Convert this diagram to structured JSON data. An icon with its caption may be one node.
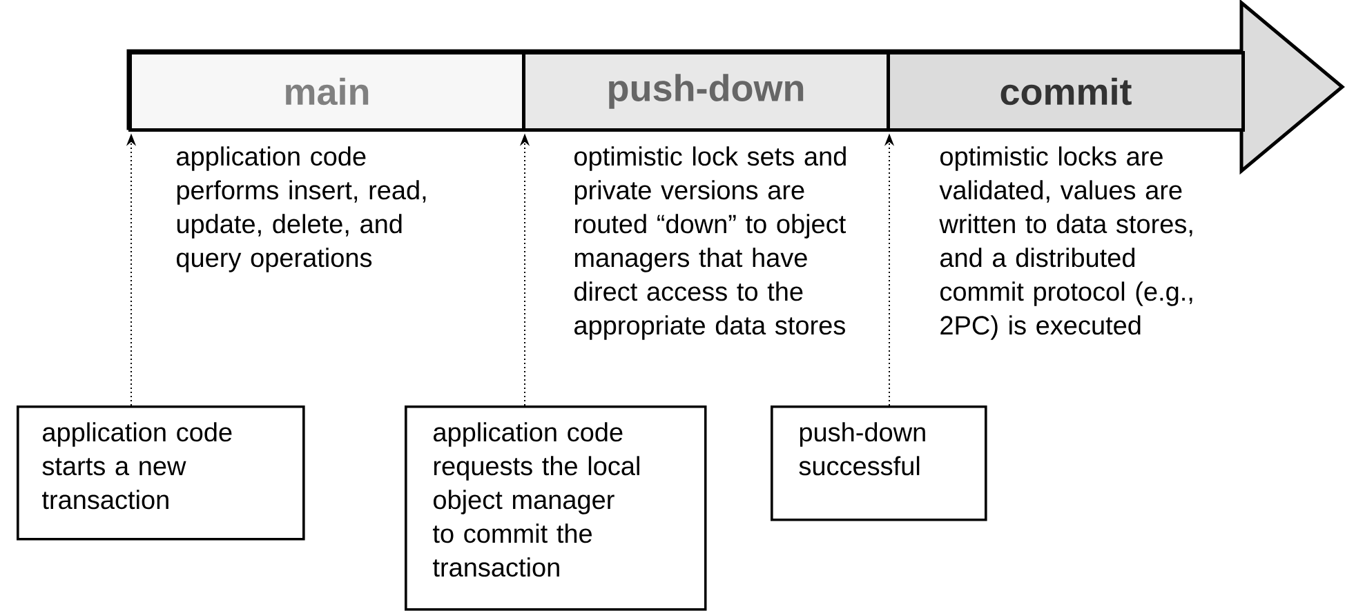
{
  "diagram": {
    "nodes": [
      {
        "text": [
          "main"
        ],
        "beside": [
          "application code performs insert, read, update, delete, and query operations"
        ]
      },
      {
        "text": [
          "push-down"
        ],
        "beside": [
          "optimistic lock sets and private versions are routed “down” to object managers that have direct access to the appropriate data stores"
        ]
      },
      {
        "text": [
          "commit"
        ],
        "beside": [
          "optimistic locks are validated, values are written to data stores, and a distributed commit protocol (e.g., 2PC) is executed"
        ]
      },
      {
        "text": [
          "application code starts a new transaction"
        ]
      },
      {
        "text": [
          "application code requests the local object manager to commit the transaction"
        ]
      },
      {
        "text": [
          "push-down successful"
        ]
      }
    ],
    "edges": [
      {
        "from": 3,
        "to": 0,
        "arrow": "to",
        "style": "dashed"
      },
      {
        "from": 4,
        "to": 1,
        "arrow": "to",
        "style": "dashed"
      },
      {
        "from": 5,
        "to": 2,
        "arrow": "to",
        "style": "dashed"
      }
    ]
  }
}
